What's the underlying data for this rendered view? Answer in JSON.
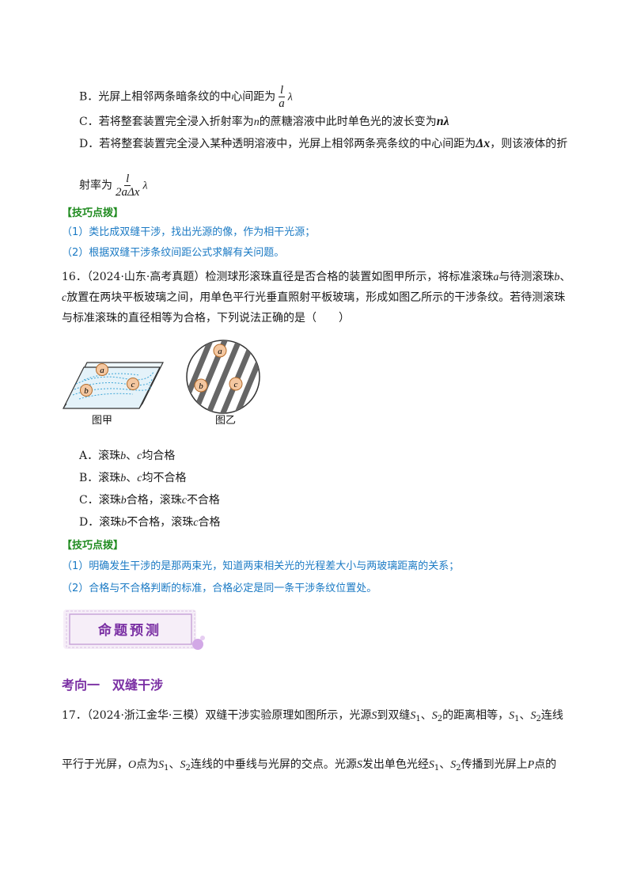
{
  "q15": {
    "optB_prefix": "B．光屏上相邻两条暗条纹的中心间距为",
    "optB_num": "l",
    "optB_den": "a",
    "optB_suffix": "λ",
    "optC_prefix": "C．若将整套装置完全浸入折射率为",
    "optC_n": "n",
    "optC_mid": "的蔗糖溶液中此时单色光的波长变为",
    "optC_val": "nλ",
    "optD_prefix": "D．若将整套装置完全浸入某种透明溶液中，光屏上相邻两条亮条纹的中心间距为",
    "optD_dx": "Δx",
    "optD_suffix": "，则该液体的折",
    "optD_line2_prefix": "射率为",
    "optD_num": "l",
    "optD_den": "2aΔx",
    "optD_line2_suffix": "λ"
  },
  "tips1": {
    "tag": "【技巧点拨】",
    "items": [
      "（1）类比成双缝干涉，找出光源的像，作为相干光源；",
      "（2）根据双缝干涉条纹间距公式求解有关问题。"
    ]
  },
  "q16": {
    "line1": "16．（2024·山东·高考真题）检测球形滚珠直径是否合格的装置如图甲所示，将标准滚珠",
    "a": "a",
    "line1_mid": "与待测滚珠",
    "b": "b",
    "line1_end": "、",
    "c": "c",
    "line2": "放置在两块平板玻璃之间，用单色平行光垂直照射平板玻璃，形成如图乙所示的干涉条纹。若待测滚珠",
    "line3": "与标准滚珠的直径相等为合格，下列说法正确的是（　　）",
    "fig1_caption": "图甲",
    "fig2_caption": "图乙",
    "ball_a": "a",
    "ball_b": "b",
    "ball_c": "c",
    "options": [
      {
        "label": "A．滚珠",
        "v1": "b",
        "mid": "、",
        "v2": "c",
        "end": "均合格"
      },
      {
        "label": "B．滚珠",
        "v1": "b",
        "mid": "、",
        "v2": "c",
        "end": "均不合格"
      },
      {
        "label": "C．滚珠",
        "v1": "b",
        "mid": "合格，滚珠",
        "v2": "c",
        "end": "不合格"
      },
      {
        "label": "D．滚珠",
        "v1": "b",
        "mid": "不合格，滚珠",
        "v2": "c",
        "end": "合格"
      }
    ]
  },
  "tips2": {
    "tag": "【技巧点拨】",
    "items": [
      "（1）明确发生干涉的是那两束光，知道两束相关光的光程差大小与两玻璃距离的关系；",
      "（2）合格与不合格判断的标准，合格必定是同一条干涉条纹位置处。"
    ]
  },
  "banner": {
    "title": "命题预测"
  },
  "section": {
    "title": "考向一　双缝干涉"
  },
  "q17": {
    "l1_a": "17．（2024·浙江金华·三模）双缝干涉实验原理如图所示，光源",
    "S": "S",
    "l1_b": "到双缝",
    "S1": "S",
    "s1sub": "1",
    "sep": "、",
    "S2": "S",
    "s2sub": "2",
    "l1_c": "的距离相等，",
    "l1_d": "连线",
    "l2_a": "平行于光屏，",
    "O": "O",
    "l2_b": "点为",
    "l2_c": "连线的中垂线与光屏的交点。光源",
    "l2_d": "发出单色光经",
    "l2_e": "传播到光屏上",
    "P": "P",
    "l2_f": "点的"
  },
  "colors": {
    "tip_tag": "#1e8a1e",
    "tip_text": "#1b7ac4",
    "section": "#7a2fa3",
    "banner_bg": "#f6eef8",
    "ball_fill": "#f4c7a0",
    "fringe": "#666666"
  }
}
